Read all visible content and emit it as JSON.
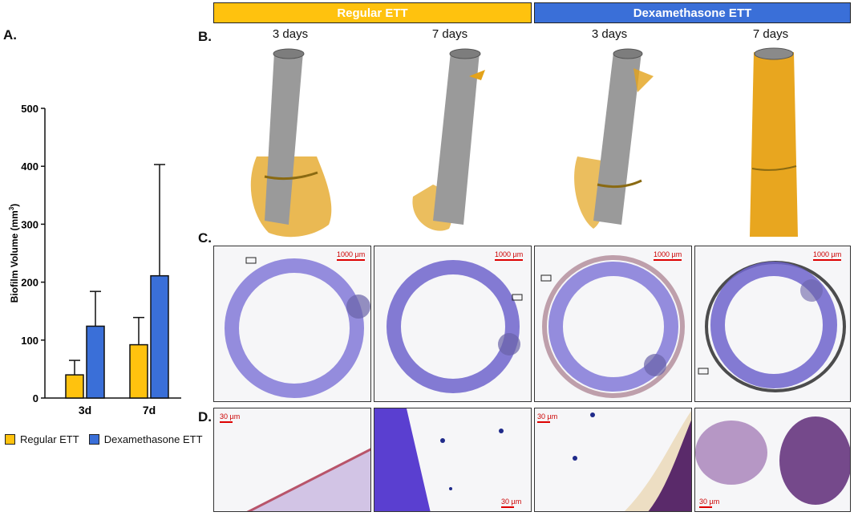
{
  "panels": {
    "a": "A.",
    "b": "B.",
    "c": "C.",
    "d": "D."
  },
  "headers": {
    "regular": "Regular ETT",
    "dexa": "Dexamethasone ETT"
  },
  "days": [
    "3 days",
    "7 days",
    "3 days",
    "7 days"
  ],
  "scalebars": {
    "c": "1000 µm",
    "d": "30 µm"
  },
  "colors": {
    "regular": "#FFC20E",
    "dexa": "#3A6FD8",
    "tube": "#9a9a9a",
    "biofilm": "#E3A21A",
    "stain": "#6f64cc"
  },
  "legend": [
    {
      "label": "Regular ETT"
    },
    {
      "label": "Dexamethasone ETT"
    }
  ],
  "chart_data": {
    "type": "bar",
    "categories": [
      "3d",
      "7d"
    ],
    "series": [
      {
        "name": "Regular ETT",
        "values": [
          40,
          92
        ],
        "error": [
          25,
          47
        ]
      },
      {
        "name": "Dexamethasone ETT",
        "values": [
          124,
          211
        ],
        "error": [
          60,
          192
        ]
      }
    ],
    "ylabel": "Biofilm Volume (mm",
    "ylabel_sup": "3",
    "ylabel_end": ")",
    "ylim": [
      0,
      500
    ],
    "yticks": [
      "0",
      "100",
      "200",
      "300",
      "400",
      "500"
    ],
    "grid": false
  }
}
